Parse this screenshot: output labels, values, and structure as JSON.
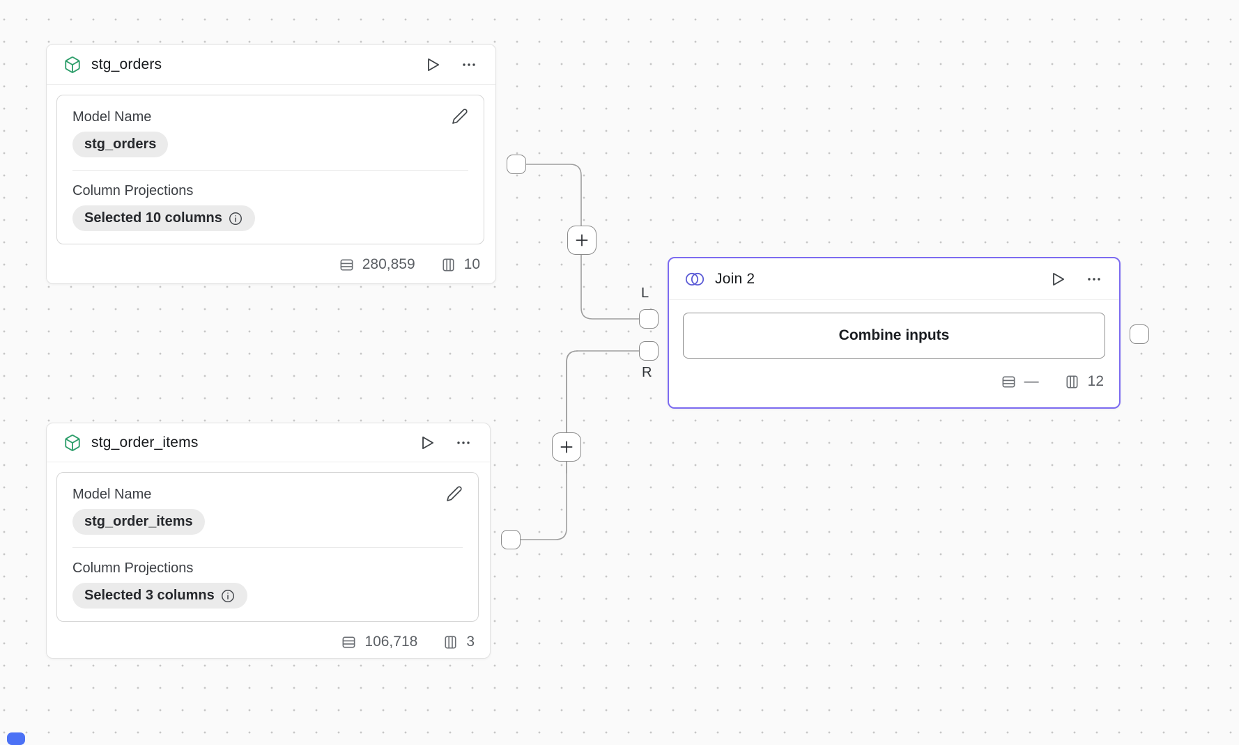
{
  "canvas": {
    "background": "#fafafa",
    "dot_color": "#c6c6c6"
  },
  "colors": {
    "model_icon_green": "#2e9e6b",
    "join_accent_purple": "#7c6bf0",
    "join_icon_indigo": "#5b5bd6",
    "wire_gray": "#9e9e9e",
    "chip_background": "#ebebeb",
    "corner_blue": "#4b71f5"
  },
  "icons": {
    "model": "cube-icon",
    "join": "venn-circles-icon",
    "run": "play-icon",
    "menu": "ellipsis-icon",
    "edit": "pencil-icon",
    "info": "info-circle-icon",
    "rows": "row-count-icon",
    "columns": "column-count-icon",
    "add": "plus-icon"
  },
  "node_stg_orders": {
    "title": "stg_orders",
    "model_name_label": "Model Name",
    "model_name_value": "stg_orders",
    "projections_label": "Column Projections",
    "projections_value": "Selected 10 columns",
    "row_count": "280,859",
    "column_count": "10"
  },
  "node_stg_order_items": {
    "title": "stg_order_items",
    "model_name_label": "Model Name",
    "model_name_value": "stg_order_items",
    "projections_label": "Column Projections",
    "projections_value": "Selected 3 columns",
    "row_count": "106,718",
    "column_count": "3"
  },
  "node_join": {
    "title": "Join 2",
    "action_label": "Combine inputs",
    "row_count": "—",
    "column_count": "12",
    "left_port_label": "L",
    "right_port_label": "R"
  }
}
